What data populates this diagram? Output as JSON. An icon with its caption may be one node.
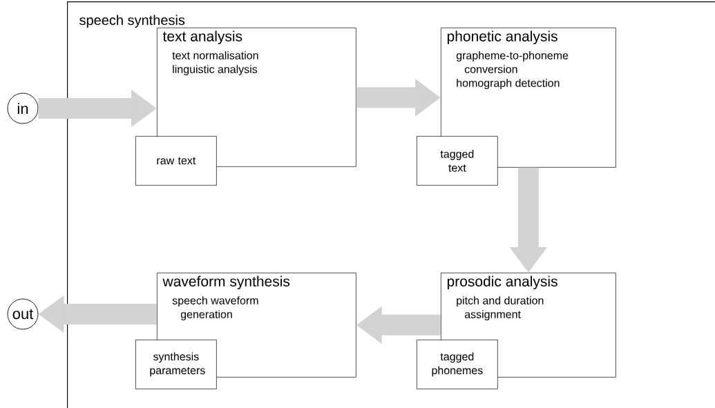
{
  "diagram": {
    "nodes": [
      {
        "text": [
          "speech synthesis"
        ]
      },
      {
        "text": [
          "in"
        ]
      },
      {
        "text": [
          "text analysis",
          "text normalisation",
          "linguistic analysis"
        ],
        "in": 0
      },
      {
        "text": [
          "raw text"
        ],
        "in": 0
      },
      {
        "text": [
          "phonetic analysis",
          "grapheme-to-phoneme conversion",
          "homograph detection"
        ],
        "in": 0
      },
      {
        "text": [
          "tagged text"
        ],
        "in": 0
      },
      {
        "text": [
          "waveform synthesis",
          "speech waveform generation"
        ],
        "in": 0
      },
      {
        "text": [
          "synthesis parameters"
        ],
        "in": 0
      },
      {
        "text": [
          "prosodic analysis",
          "pitch and duration assignment"
        ],
        "in": 0
      },
      {
        "text": [
          "tagged phonemes"
        ],
        "in": 0
      },
      {
        "text": [
          "out"
        ]
      }
    ],
    "edges": [
      {
        "from": 1,
        "to": 2,
        "arrow": "to"
      },
      {
        "from": 2,
        "to": 4,
        "arrow": "to"
      },
      {
        "from": 4,
        "to": 8,
        "arrow": "to"
      },
      {
        "from": 8,
        "to": 6,
        "arrow": "to"
      },
      {
        "from": 6,
        "to": 10,
        "arrow": "to"
      }
    ]
  }
}
